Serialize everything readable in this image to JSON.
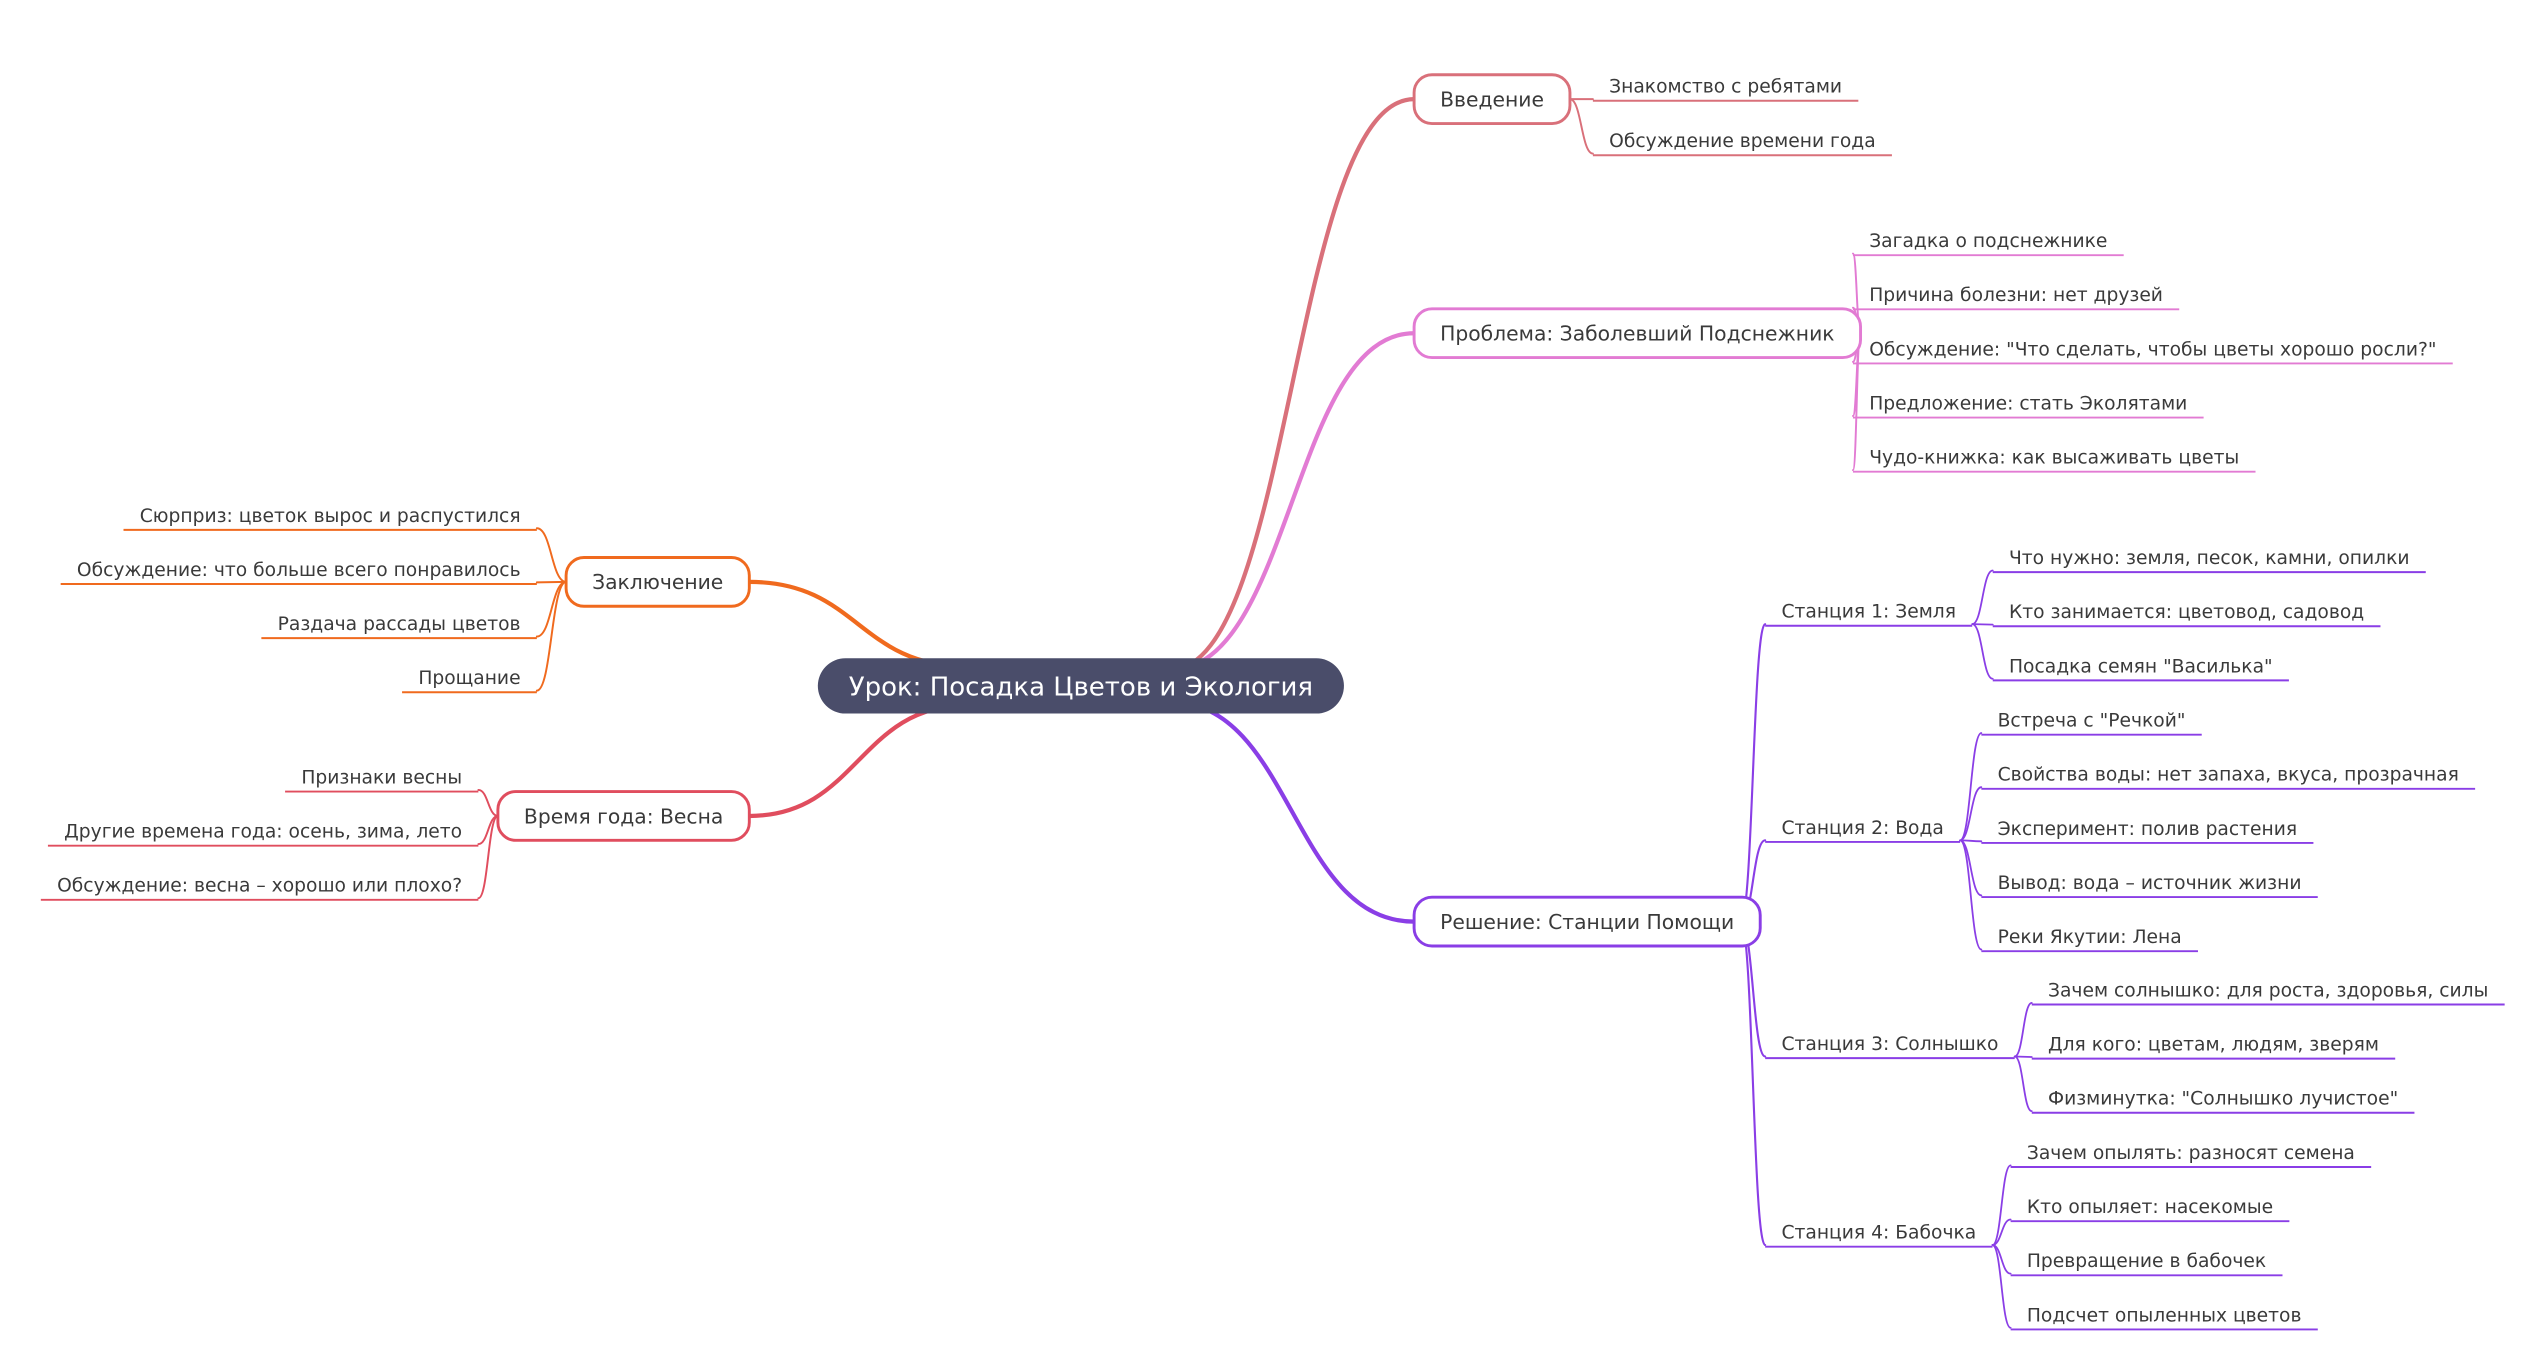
{
  "root": {
    "label": "Урок: Посадка Цветов и Экология",
    "fill": "#4a4d6a"
  },
  "right": [
    {
      "label": "Введение",
      "color": "#d9707a",
      "children": [
        {
          "label": "Знакомство с ребятами"
        },
        {
          "label": "Обсуждение времени года"
        }
      ]
    },
    {
      "label": "Проблема: Заболевший Подснежник",
      "color": "#e27bd3",
      "children": [
        {
          "label": "Загадка о подснежнике"
        },
        {
          "label": "Причина болезни: нет друзей"
        },
        {
          "label": "Обсуждение: \"Что сделать, чтобы цветы хорошо росли?\""
        },
        {
          "label": "Предложение: стать Эколятами"
        },
        {
          "label": "Чудо-книжка: как высаживать цветы"
        }
      ]
    },
    {
      "label": "Решение: Станции Помощи",
      "color": "#8a3ee6",
      "children": [
        {
          "label": "Станция 1: Земля",
          "children": [
            {
              "label": "Что нужно: земля, песок, камни, опилки"
            },
            {
              "label": "Кто занимается: цветовод, садовод"
            },
            {
              "label": "Посадка семян \"Василька\""
            }
          ]
        },
        {
          "label": "Станция 2: Вода",
          "children": [
            {
              "label": "Встреча с \"Речкой\""
            },
            {
              "label": "Свойства воды: нет запаха, вкуса, прозрачная"
            },
            {
              "label": "Эксперимент: полив растения"
            },
            {
              "label": "Вывод: вода – источник жизни"
            },
            {
              "label": "Реки Якутии: Лена"
            }
          ]
        },
        {
          "label": "Станция 3: Солнышко",
          "children": [
            {
              "label": "Зачем солнышко: для роста, здоровья, силы"
            },
            {
              "label": "Для кого: цветам, людям, зверям"
            },
            {
              "label": "Физминутка: \"Солнышко лучистое\""
            }
          ]
        },
        {
          "label": "Станция 4: Бабочка",
          "children": [
            {
              "label": "Зачем опылять: разносят семена"
            },
            {
              "label": "Кто опыляет: насекомые"
            },
            {
              "label": "Превращение в бабочек"
            },
            {
              "label": "Подсчет опыленных цветов"
            }
          ]
        }
      ]
    }
  ],
  "left": [
    {
      "label": "Заключение",
      "color": "#f06a1e",
      "children": [
        {
          "label": "Сюрприз: цветок вырос и распустился"
        },
        {
          "label": "Обсуждение: что больше всего понравилось"
        },
        {
          "label": "Раздача рассады цветов"
        },
        {
          "label": "Прощание"
        }
      ]
    },
    {
      "label": "Время года: Весна",
      "color": "#e04d5e",
      "children": [
        {
          "label": "Признаки весны"
        },
        {
          "label": "Другие времена года: осень, зима, лето"
        },
        {
          "label": "Обсуждение: весна – хорошо или плохо?"
        }
      ]
    }
  ]
}
